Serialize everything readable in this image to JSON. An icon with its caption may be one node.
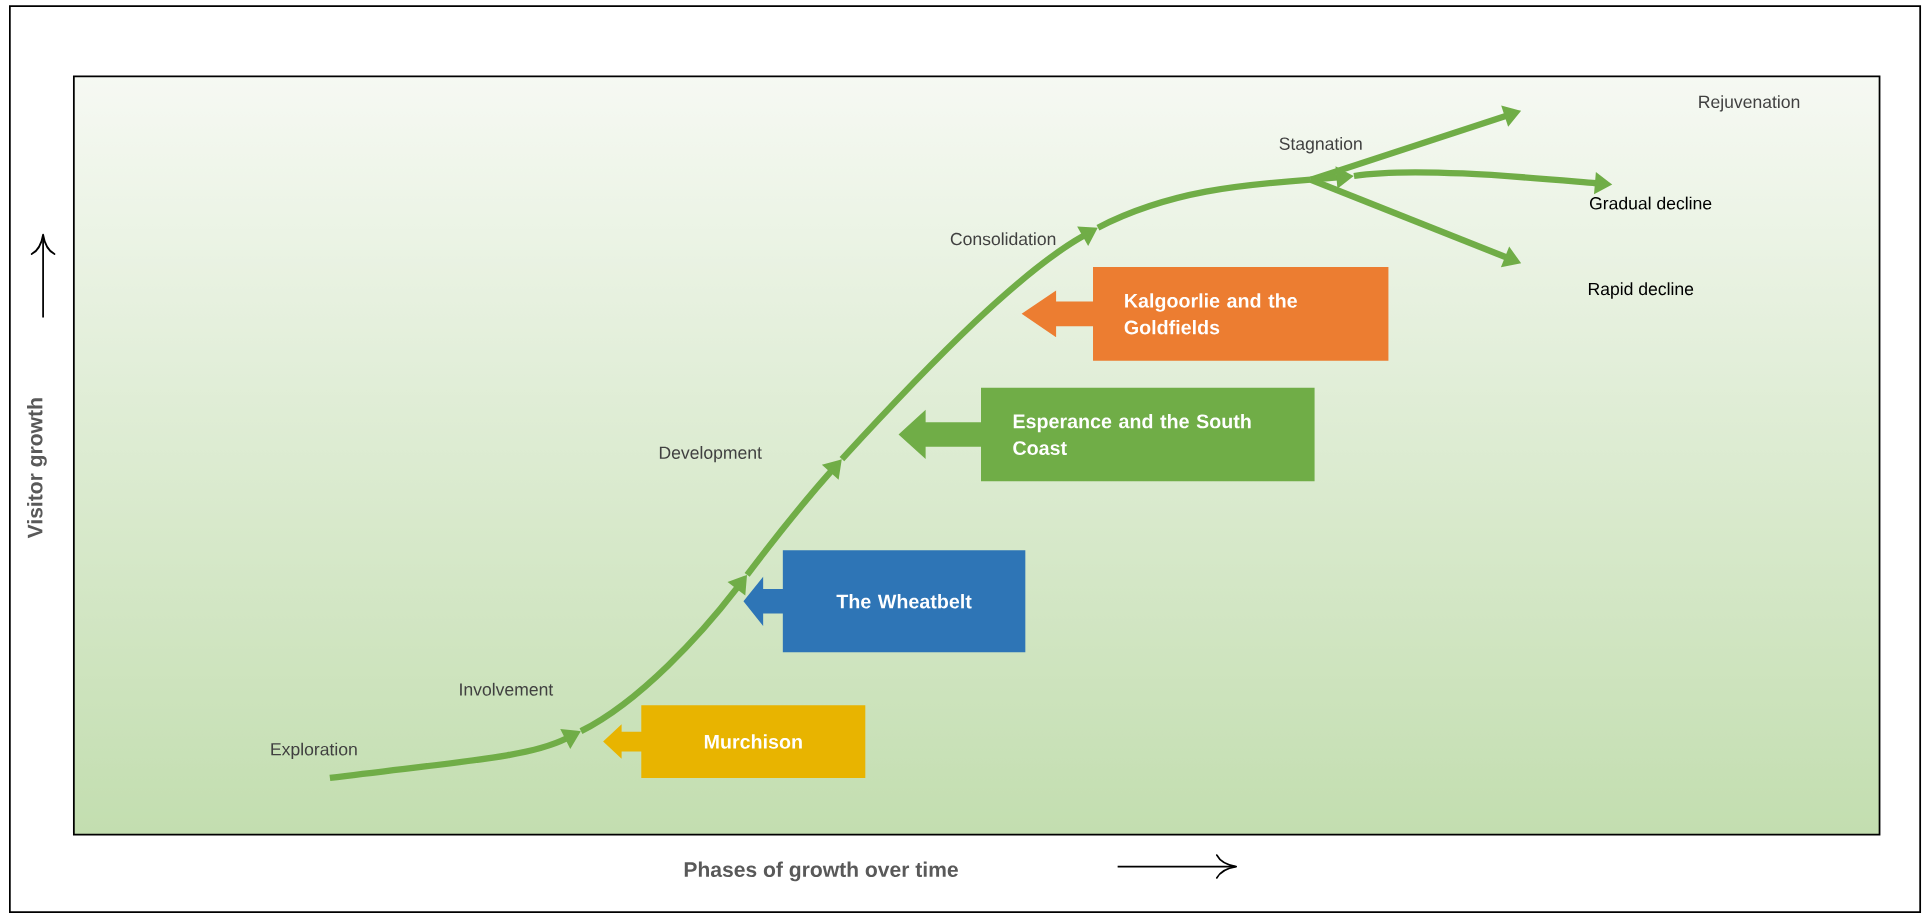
{
  "diagram": {
    "nodes": [
      {
        "text": [
          "Kalgoorlie and the Goldfields"
        ]
      },
      {
        "text": [
          "Esperance and the South Coast"
        ]
      },
      {
        "text": [
          "The Wheatbelt"
        ]
      },
      {
        "text": [
          "Murchison"
        ]
      }
    ],
    "labels": [
      "Rejuvenation",
      "Stagnation",
      "Gradual decline",
      "Consolidation",
      "Rapid decline",
      "Development",
      "Involvement",
      "Exploration",
      "Visitor growth",
      "Phases of growth over time"
    ]
  }
}
